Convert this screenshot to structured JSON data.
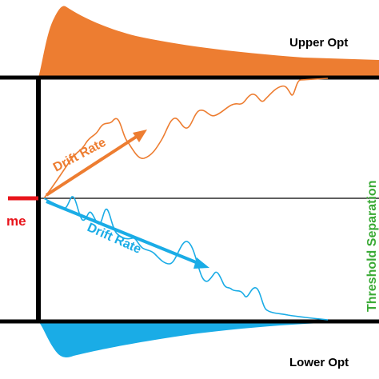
{
  "labels": {
    "upper": "Upper Opt",
    "lower": "Lower Opt",
    "threshold": "Threshold Separation",
    "drift_upper": "Drift Rate",
    "drift_lower": "Drift Rate",
    "time": "me"
  },
  "colors": {
    "orange": "#ED7D31",
    "blue": "#1AACE6",
    "red": "#E8141B",
    "green": "#3AAA35",
    "black": "#000000"
  }
}
